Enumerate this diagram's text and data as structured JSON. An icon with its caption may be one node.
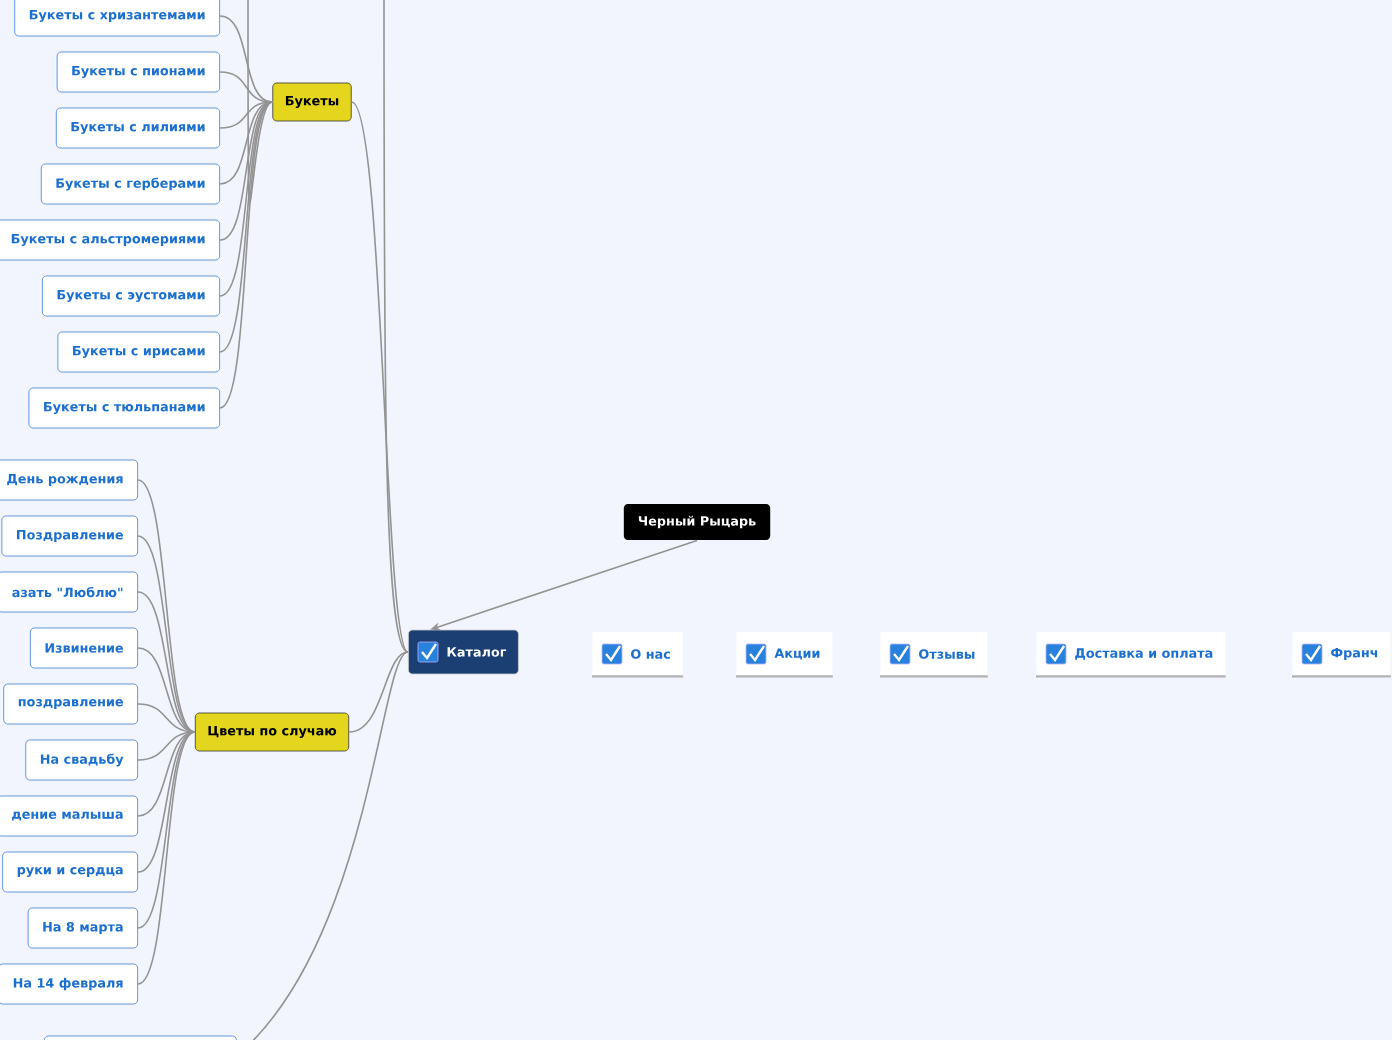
{
  "diagram": {
    "nodes": [
      {
        "text": [
          "Букеты"
        ]
      },
      {
        "text": [
          "Букеты с хризантемами"
        ]
      },
      {
        "text": [
          "Букеты с пионами"
        ]
      },
      {
        "text": [
          "Букеты с лилиями"
        ]
      },
      {
        "text": [
          "Букеты с герберами"
        ]
      },
      {
        "text": [
          "Букеты с альстромериями"
        ]
      },
      {
        "text": [
          "Букеты с эустомами"
        ]
      },
      {
        "text": [
          "Букеты с ирисами"
        ]
      },
      {
        "text": [
          "Букеты с тюльпанами"
        ]
      },
      {
        "text": [
          "Цветы по случаю"
        ]
      },
      {
        "text": [
          "День рождения"
        ]
      },
      {
        "text": [
          "Поздравление"
        ]
      },
      {
        "text": [
          "азать \"Люблю\""
        ]
      },
      {
        "text": [
          "Извинение"
        ]
      },
      {
        "text": [
          "поздравление"
        ]
      },
      {
        "text": [
          "На свадьбу"
        ]
      },
      {
        "text": [
          "дение малыша"
        ]
      },
      {
        "text": [
          "руки и сердца"
        ]
      },
      {
        "text": [
          "На 8 марта"
        ]
      },
      {
        "text": [
          "На 14 февраля"
        ]
      },
      {
        "text": [],
        "shape": "box"
      },
      {
        "text": [
          "Черный Рыцарь"
        ]
      },
      {
        "text": [
          "Каталог"
        ]
      },
      {
        "text": [
          "О нас"
        ]
      },
      {
        "text": [
          "Акции"
        ]
      },
      {
        "text": [
          "Отзывы"
        ]
      },
      {
        "text": [
          "Доставка и оплата"
        ]
      },
      {
        "text": [
          "Франч"
        ]
      }
    ],
    "edges": [
      {
        "from": 22,
        "to": 0,
        "arrow": "none"
      },
      {
        "from": 0,
        "to": 1,
        "arrow": "none"
      },
      {
        "from": 0,
        "to": 2,
        "arrow": "none"
      },
      {
        "from": 0,
        "to": 3,
        "arrow": "none"
      },
      {
        "from": 0,
        "to": 4,
        "arrow": "none"
      },
      {
        "from": 0,
        "to": 5,
        "arrow": "none"
      },
      {
        "from": 0,
        "to": 6,
        "arrow": "none"
      },
      {
        "from": 0,
        "to": 7,
        "arrow": "none"
      },
      {
        "from": 0,
        "to": 8,
        "arrow": "none"
      },
      {
        "from": 22,
        "to": 9,
        "arrow": "none"
      },
      {
        "from": 9,
        "to": 10,
        "arrow": "none"
      },
      {
        "from": 9,
        "to": 11,
        "arrow": "none"
      },
      {
        "from": 9,
        "to": 12,
        "arrow": "none"
      },
      {
        "from": 9,
        "to": 13,
        "arrow": "none"
      },
      {
        "from": 9,
        "to": 14,
        "arrow": "none"
      },
      {
        "from": 9,
        "to": 15,
        "arrow": "none"
      },
      {
        "from": 9,
        "to": 16,
        "arrow": "none"
      },
      {
        "from": 9,
        "to": 17,
        "arrow": "none"
      },
      {
        "from": 9,
        "to": 18,
        "arrow": "none"
      },
      {
        "from": 9,
        "to": 19,
        "arrow": "none"
      },
      {
        "from": 22,
        "to": 20,
        "arrow": "none"
      },
      {
        "from": 21,
        "to": 22,
        "arrow": "to"
      },
      {
        "from": 22,
        "to": null,
        "arrow": "none"
      },
      {
        "from": 0,
        "to": null,
        "arrow": "none"
      }
    ]
  }
}
